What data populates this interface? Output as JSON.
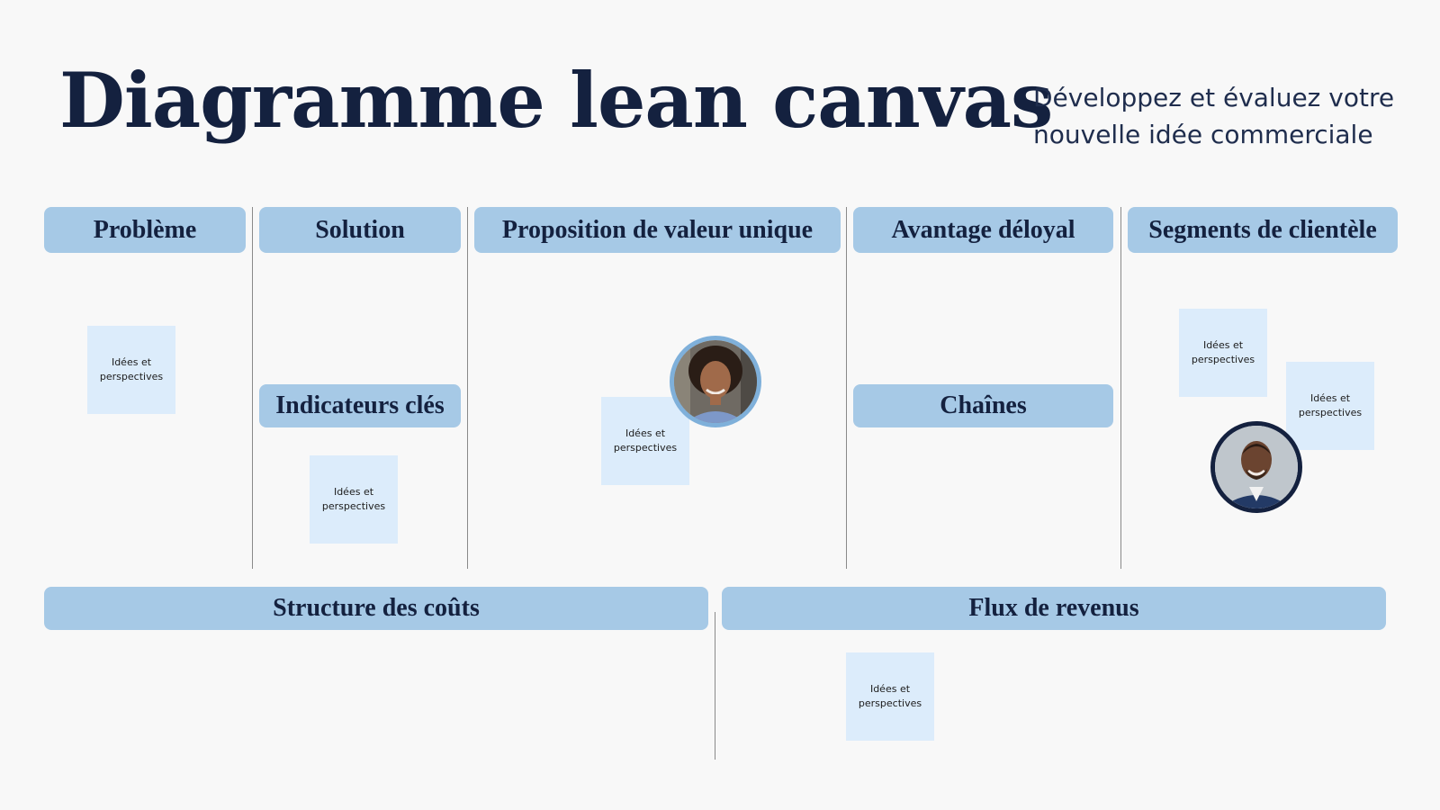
{
  "header": {
    "title": "Diagramme lean canvas",
    "subtitle": "Développez et évaluez votre nouvelle idée commerciale"
  },
  "sections": {
    "probleme": "Problème",
    "solution": "Solution",
    "proposition": "Proposition de valeur unique",
    "avantage": "Avantage déloyal",
    "segments": "Segments de clientèle",
    "indicateurs": "Indicateurs clés",
    "chaines": "Chaînes",
    "couts": "Structure des coûts",
    "revenus": "Flux de revenus"
  },
  "notes": {
    "text": "Idées et perspectives"
  },
  "avatars": [
    {
      "name": "woman-avatar",
      "ring": "#7fb0da"
    },
    {
      "name": "man-avatar",
      "ring": "#14213f"
    }
  ],
  "colors": {
    "background": "#f8f8f8",
    "header_fill": "#a6c9e6",
    "note_fill": "#dcecfb",
    "text_dark": "#14213f"
  }
}
